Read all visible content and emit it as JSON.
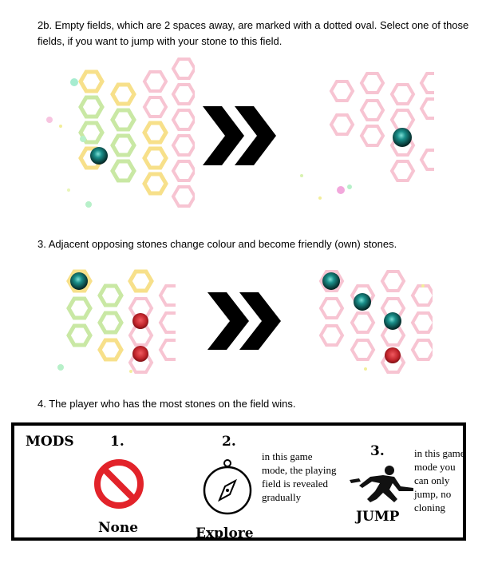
{
  "steps": {
    "step_2b": "2b. Empty fields, which are 2 spaces away, are marked with a dotted oval. Select one of those fields, if you want to jump with your stone to this field.",
    "step_3": "3. Adjacent opposing stones change colour and become friendly (own) stones.",
    "step_4": "4. The player who has the most stones on the field wins."
  },
  "mods": {
    "title": "MODS",
    "items": [
      {
        "number": "1.",
        "label": "None",
        "description": "",
        "icon": "no-entry-icon"
      },
      {
        "number": "2.",
        "label": "Explore",
        "description": "in this game mode, the playing field is revealed gradually",
        "icon": "compass-icon"
      },
      {
        "number": "3.",
        "label": "JUMP",
        "description": "in this game mode you can only jump, no cloning",
        "icon": "jumping-man-icon"
      }
    ]
  },
  "colors": {
    "yellow_hex": "#f7e08a",
    "green_hex": "#c9e8a4",
    "pink_hex": "#f7c4d2",
    "stone_teal": "#1a8f8a",
    "stone_red": "#c0242b",
    "no_entry_red": "#e2232a"
  }
}
